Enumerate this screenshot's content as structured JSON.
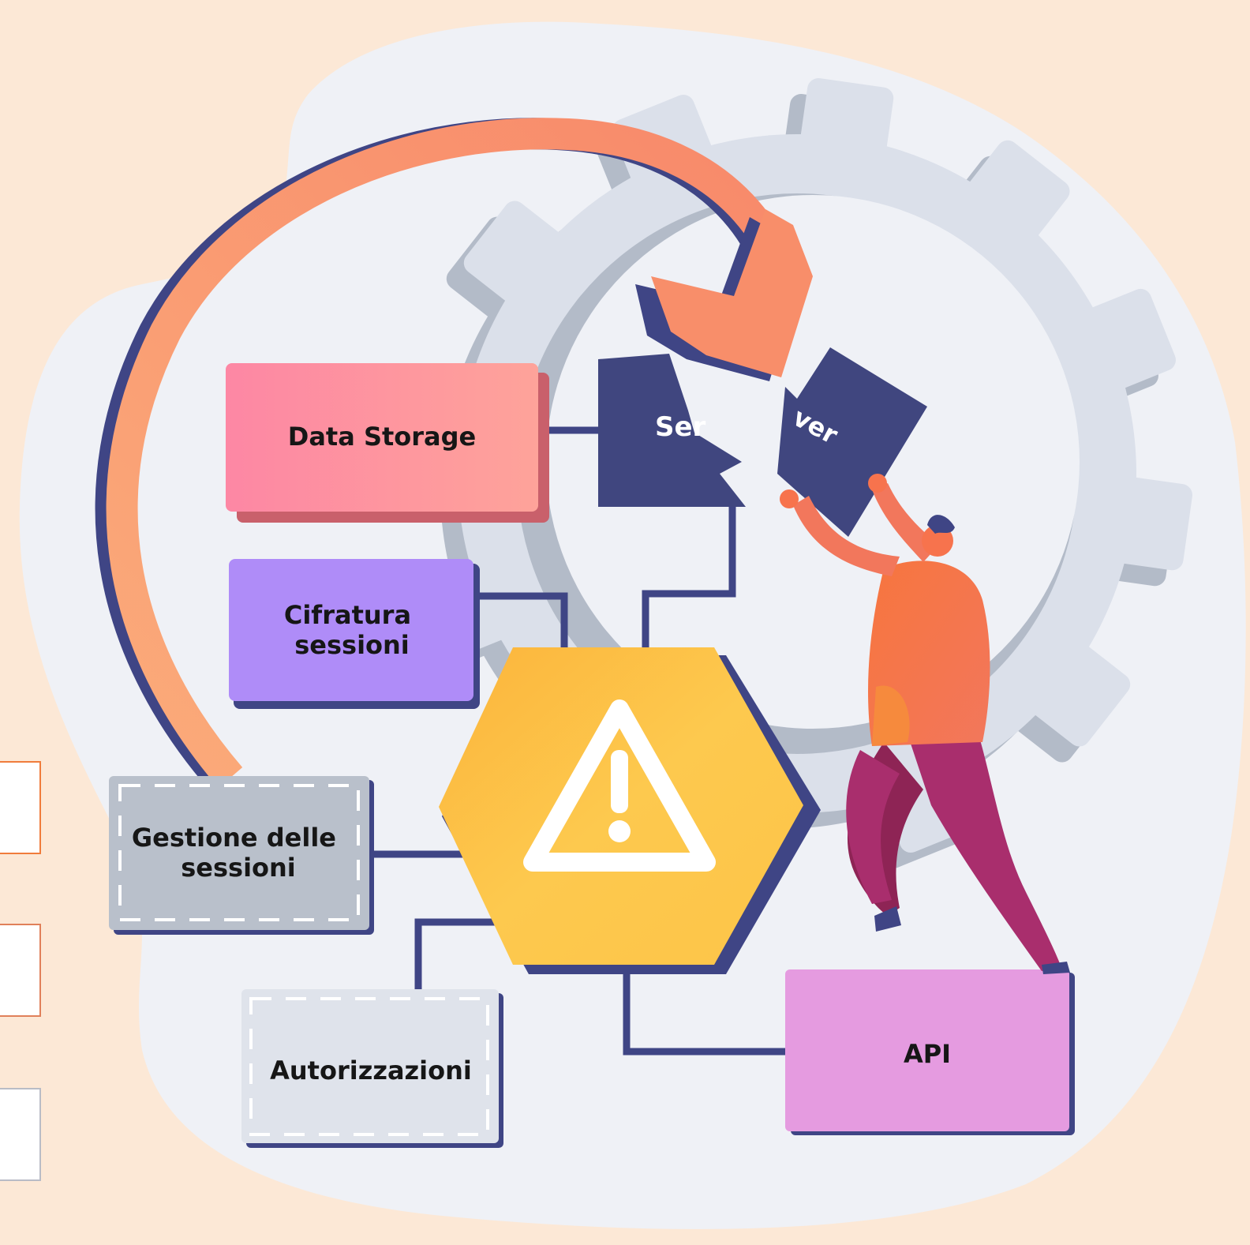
{
  "server": {
    "part1": "Ser",
    "part2": "ver"
  },
  "nodes": {
    "data_storage": "Data Storage",
    "cifratura": [
      "Cifratura",
      "sessioni"
    ],
    "gestione": [
      "Gestione delle",
      "sessioni"
    ],
    "autorizzazioni": "Autorizzazioni",
    "api": "API"
  },
  "colors": {
    "background": "#fce8d6",
    "blob": "#eff1f6",
    "gear": "#dbe0ea",
    "navy": "#3f4585",
    "arrow": "#f88e6a",
    "data_storage": "#fd8fa0",
    "cifratura": "#af8cf8",
    "gestione": "#b9c0cb",
    "autorizzazioni": "#dfe3eb",
    "api": "#e59be0",
    "hexagon": "#fdc54a"
  },
  "icons": [
    "warning-icon",
    "gear-icon",
    "curved-arrow-icon",
    "person-illustration"
  ]
}
